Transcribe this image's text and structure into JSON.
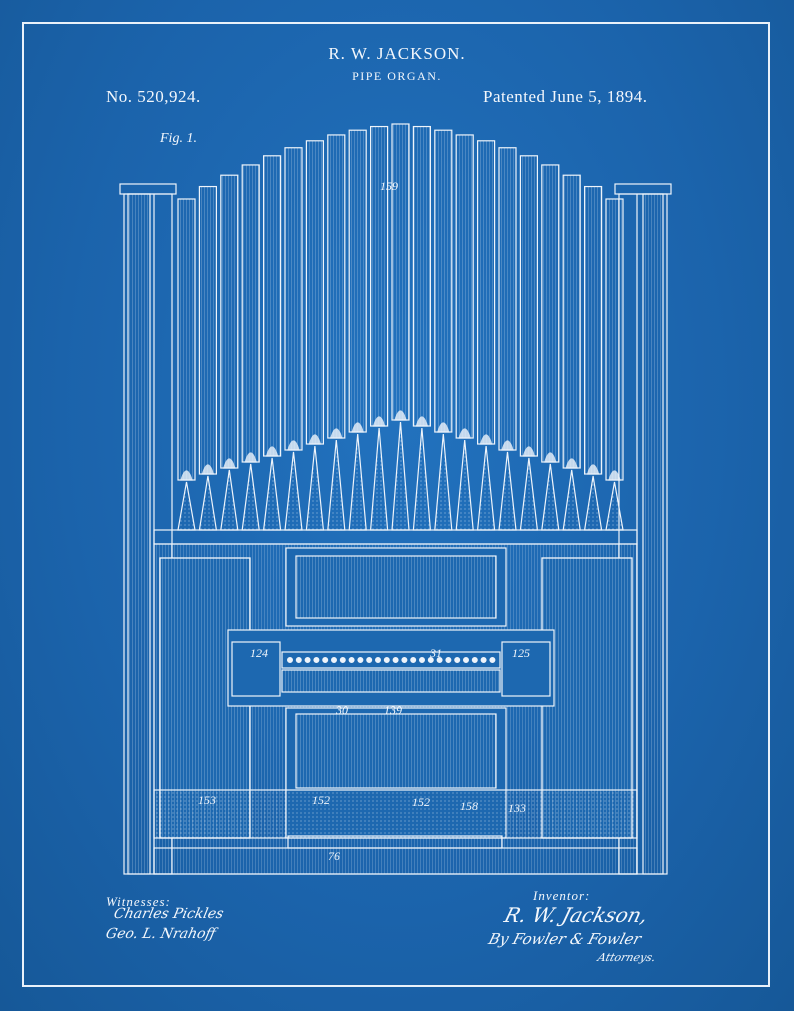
{
  "header": {
    "inventor": "R. W. JACKSON.",
    "title": "PIPE ORGAN.",
    "patent_number": "No. 520,924.",
    "patent_date": "Patented June 5, 1894."
  },
  "figure": {
    "label": "Fig. 1.",
    "refs": {
      "r159": "159",
      "r31": "31",
      "r124": "124",
      "r125": "125",
      "r30": "30",
      "r139": "139",
      "r153": "153",
      "r152a": "152",
      "r152b": "152",
      "r158": "158",
      "r133": "133",
      "r76": "76"
    }
  },
  "witnesses": {
    "heading": "Witnesses:",
    "sig1": "Charles Pickles",
    "sig2": "Geo. L. Nrahoff"
  },
  "inventor_block": {
    "heading": "Inventor:",
    "sig1": "R. W. Jackson,",
    "sig2": "By Fowler & Fowler",
    "sig3": "Attorneys."
  },
  "colors": {
    "background": "#1d68b0",
    "ink": "#f3f7fc"
  }
}
